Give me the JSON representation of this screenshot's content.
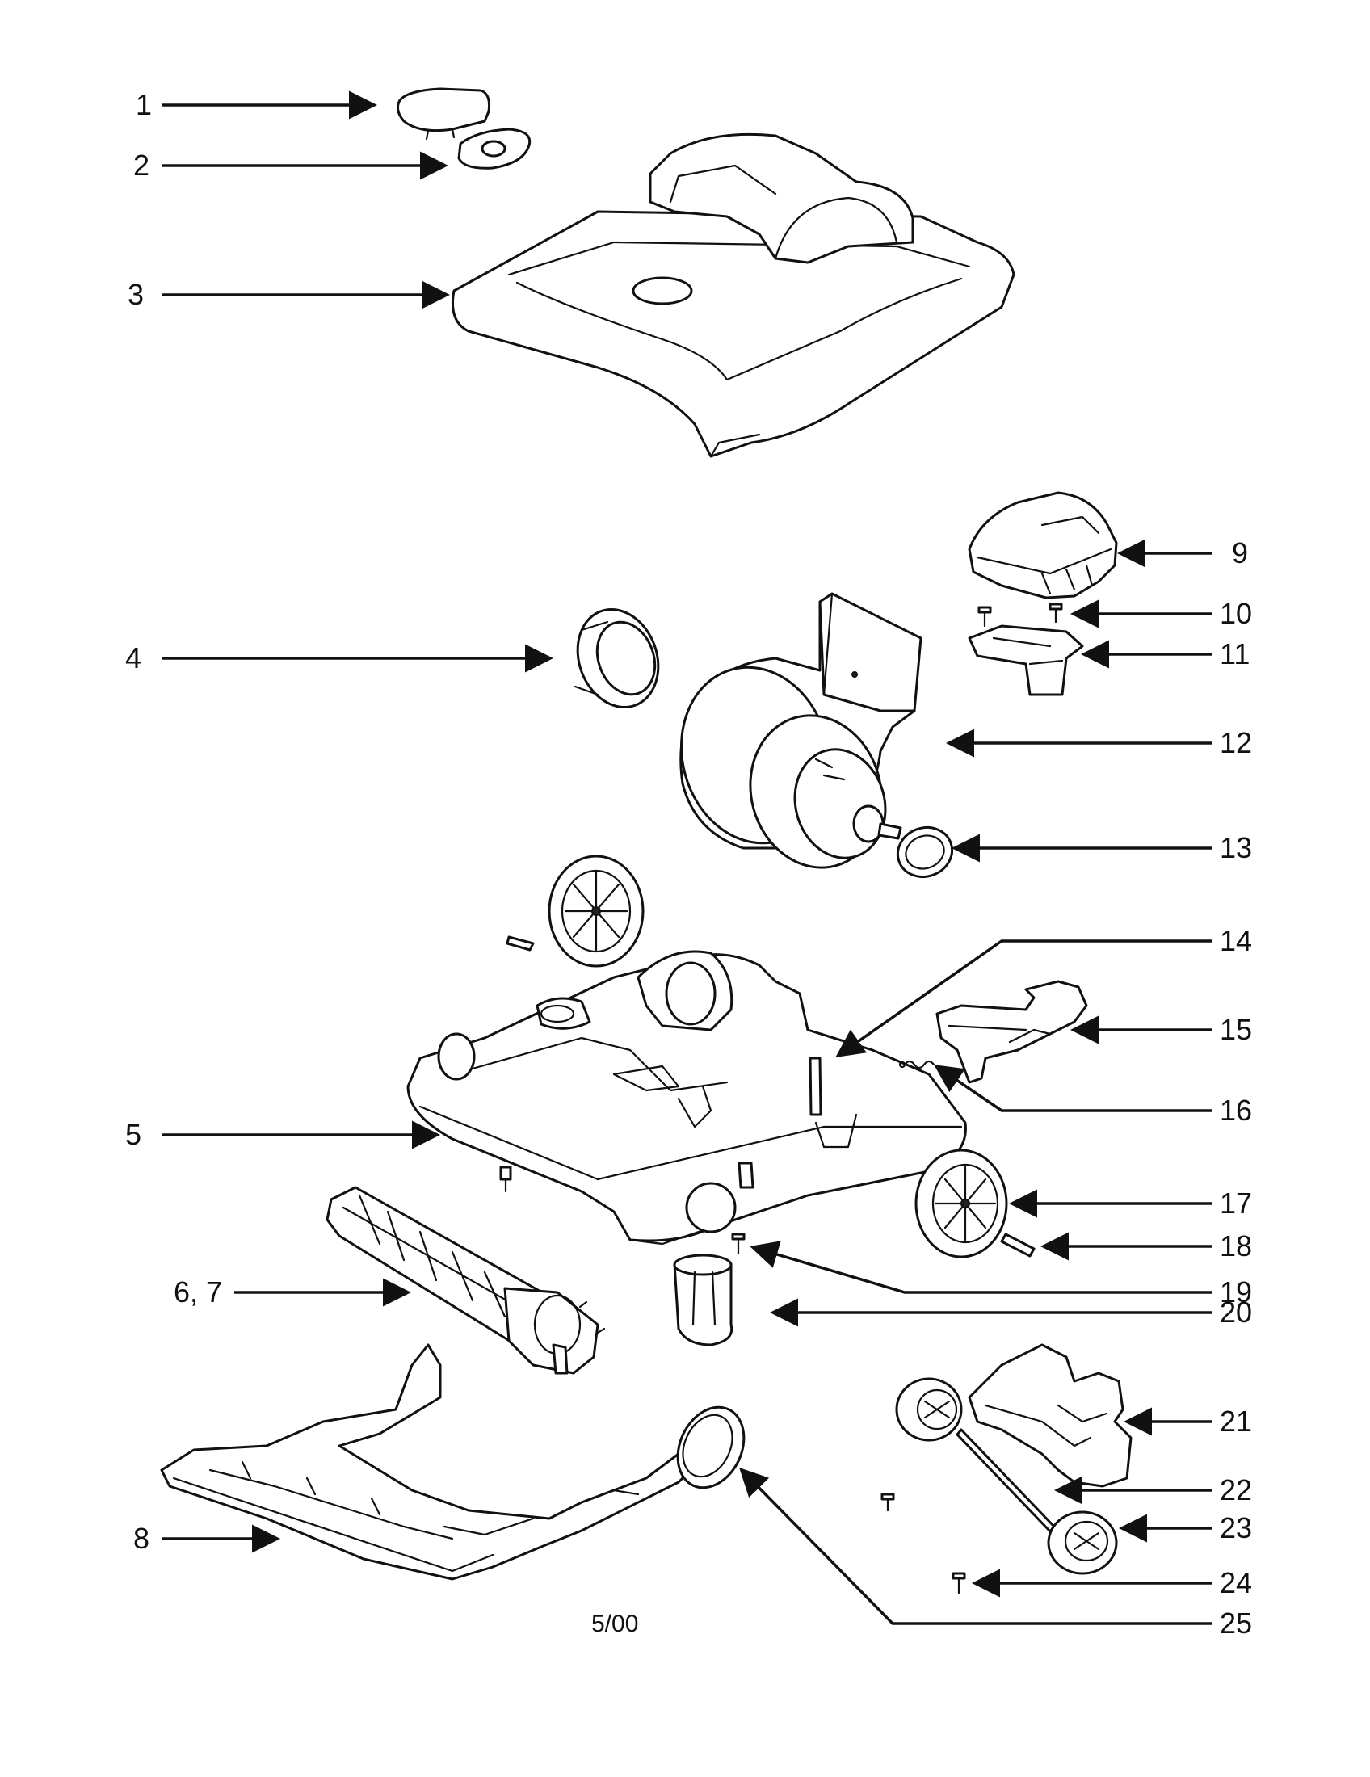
{
  "callouts": [
    {
      "id": "1",
      "label": "1"
    },
    {
      "id": "2",
      "label": "2"
    },
    {
      "id": "3",
      "label": "3"
    },
    {
      "id": "4",
      "label": "4"
    },
    {
      "id": "5",
      "label": "5"
    },
    {
      "id": "6-7",
      "label": "6, 7"
    },
    {
      "id": "8",
      "label": "8"
    },
    {
      "id": "9",
      "label": "9"
    },
    {
      "id": "10",
      "label": "10"
    },
    {
      "id": "11",
      "label": "11"
    },
    {
      "id": "12",
      "label": "12"
    },
    {
      "id": "13",
      "label": "13"
    },
    {
      "id": "14",
      "label": "14"
    },
    {
      "id": "15",
      "label": "15"
    },
    {
      "id": "16",
      "label": "16"
    },
    {
      "id": "17",
      "label": "17"
    },
    {
      "id": "18",
      "label": "18"
    },
    {
      "id": "19",
      "label": "19"
    },
    {
      "id": "20",
      "label": "20"
    },
    {
      "id": "21",
      "label": "21"
    },
    {
      "id": "22",
      "label": "22"
    },
    {
      "id": "23",
      "label": "23"
    },
    {
      "id": "24",
      "label": "24"
    },
    {
      "id": "25",
      "label": "25"
    }
  ],
  "footer": {
    "date_code": "5/00"
  }
}
